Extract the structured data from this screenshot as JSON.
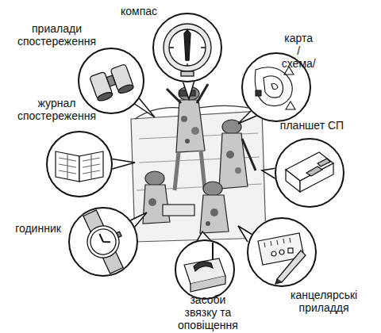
{
  "diagram": {
    "nodes": [
      {
        "text": [
          "компас"
        ]
      },
      {
        "text": [
          "приалади спостереження"
        ]
      },
      {
        "text": [
          "карта /схема/"
        ]
      },
      {
        "text": [
          "журнал спостереження"
        ]
      },
      {
        "text": [
          "планшет СП"
        ]
      },
      {
        "text": [
          "годинник"
        ]
      },
      {
        "text": [
          "канцелярські приладдя"
        ]
      },
      {
        "text": [
          "засоби звязку та оповіщення"
        ]
      }
    ]
  }
}
